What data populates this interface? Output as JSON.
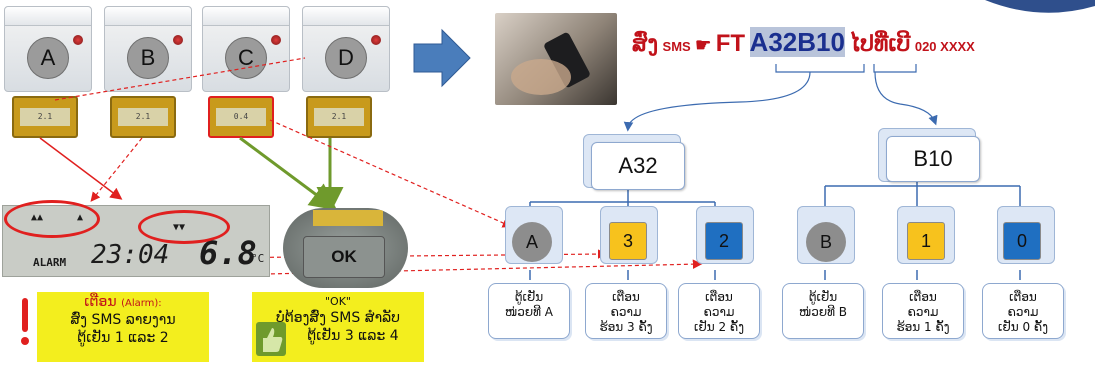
{
  "freezers": [
    {
      "label": "A"
    },
    {
      "label": "B"
    },
    {
      "label": "C"
    },
    {
      "label": "D"
    }
  ],
  "thermometers": [
    "2.1",
    "2.1",
    "0.4",
    "2.1"
  ],
  "lcd": {
    "alarm_label": "ALARM",
    "time": "23:04",
    "temp": "6.8",
    "unit": "°C",
    "up_arrows": "▲▲",
    "up_arrows2": "▲",
    "down_arrows": "▼▼"
  },
  "ok_button": {
    "label": "OK"
  },
  "notes": {
    "alarm": {
      "title": "ເຕືອນ",
      "title_en": "(Alarm):",
      "line2": "ສົ່ງ SMS ລາຍງານ",
      "line3": "ຕູ້ເຢັນ 1 ແລະ 2"
    },
    "ok": {
      "title": "\"OK\"",
      "line2": "ບໍ່ຕ້ອງສົ່ງ SMS ສໍາລັບ",
      "line3": "ຕູ້ເຢັນ 3 ແລະ 4"
    }
  },
  "sms": {
    "prefix": "ສົ່ງ",
    "sms_word": "SMS",
    "pointer": "☛",
    "ft": "FT",
    "code_a": "A32",
    "code_b": "B10",
    "suffix": "ໄປທີ່ເບີ",
    "number": "020 XXXX"
  },
  "tree": {
    "left_root": "A32",
    "right_root": "B10",
    "left_children": [
      {
        "value": "A",
        "leaf": [
          "ຕູ້ເຢັນ",
          "ໜ່ວຍທີ A"
        ]
      },
      {
        "value": "3",
        "leaf": [
          "ເຕືອນ",
          "ຄວາມ",
          "ຮ້ອນ 3 ຄັ້ງ"
        ]
      },
      {
        "value": "2",
        "leaf": [
          "ເຕືອນ",
          "ຄວາມ",
          "ເຢັນ 2 ຄັ້ງ"
        ]
      }
    ],
    "right_children": [
      {
        "value": "B",
        "leaf": [
          "ຕູ້ເຢັນ",
          "ໜ່ວຍທີ B"
        ]
      },
      {
        "value": "1",
        "leaf": [
          "ເຕືອນ",
          "ຄວາມ",
          "ຮ້ອນ 1 ຄັ້ງ"
        ]
      },
      {
        "value": "0",
        "leaf": [
          "ເຕືອນ",
          "ຄວາມ",
          "ເຢັນ 0 ຄັ້ງ"
        ]
      }
    ]
  },
  "colors": {
    "yellow_tile": "#f7c21d",
    "blue_tile": "#1f6fc1",
    "gray_circle": "#8d8d8d",
    "alarm_red": "#e0201f",
    "ok_green": "#6f9a2c",
    "arrow_blue": "#4a7dbb"
  }
}
